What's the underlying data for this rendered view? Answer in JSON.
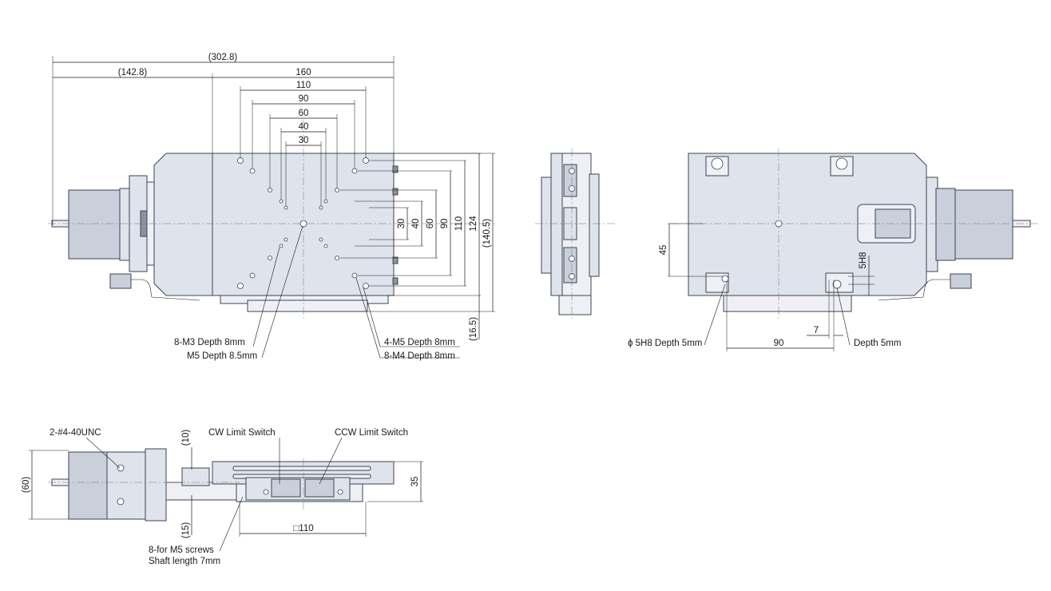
{
  "dimensions": {
    "overall_length": "(302.8)",
    "motor_offset": "(142.8)",
    "stage_length": "160",
    "d110": "110",
    "d90": "90",
    "d60": "60",
    "d40": "40",
    "d30": "30",
    "v30": "30",
    "v40": "40",
    "v60": "60",
    "v90": "90",
    "v110": "110",
    "v124": "124",
    "v140_5": "(140.5)",
    "v16_5": "(16.5)",
    "side_45": "45",
    "side_5h8": "5H8",
    "side_7": "7",
    "side_90": "90",
    "front_10": "(10)",
    "front_60": "(60)",
    "front_15": "(15)",
    "front_35": "35",
    "front_sq110": "□110"
  },
  "labels": {
    "m3": "8-M3 Depth 8mm",
    "m5": "M5 Depth 8.5mm",
    "m5_4": "4-M5 Depth 8mm",
    "m4_8": "8-M4 Depth 8mm",
    "pin_hole": "ϕ 5H8 Depth 5mm",
    "depth5": "Depth 5mm",
    "unc": "2-#4-40UNC",
    "cw": "CW Limit Switch",
    "ccw": "CCW Limit Switch",
    "screws_1": "8-for M5 screws",
    "screws_2": "Shaft length 7mm"
  }
}
